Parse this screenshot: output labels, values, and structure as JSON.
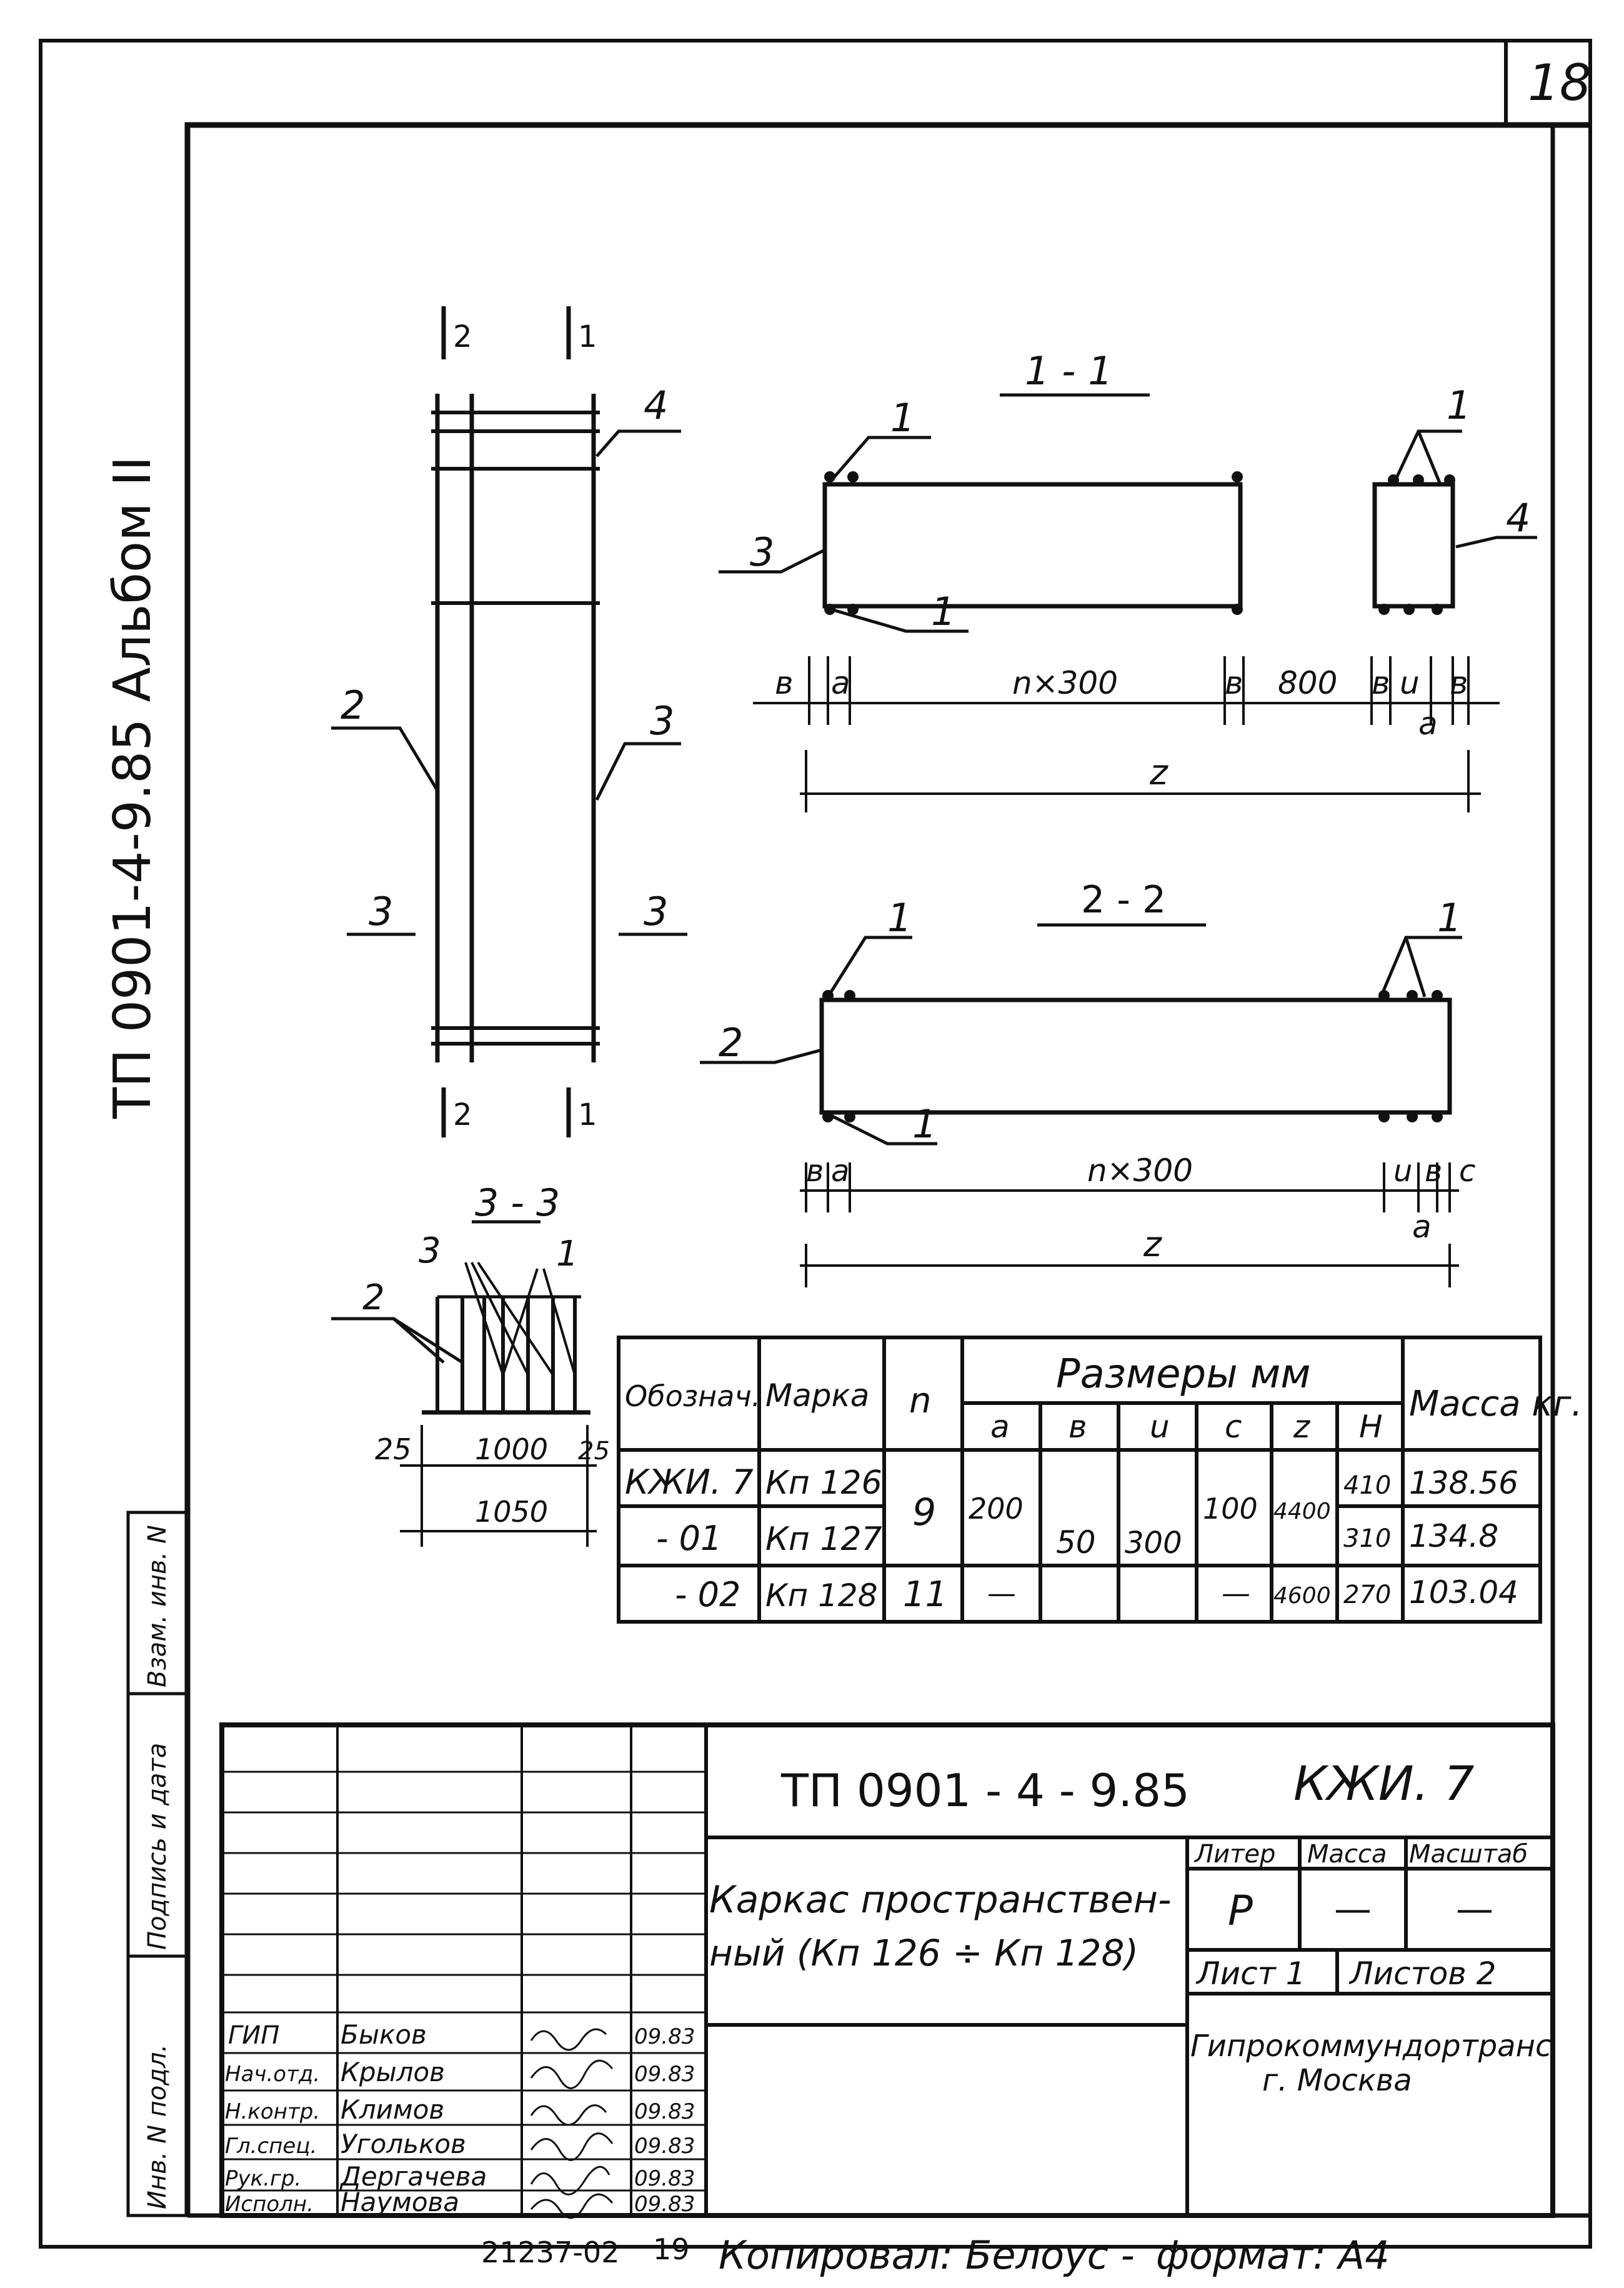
{
  "sheet_number": "18",
  "side_title": "ТП 0901-4-9.85 Альбом II",
  "plan": {
    "sec_2_top": "2",
    "sec_1_top": "1",
    "sec_2_bot": "2",
    "sec_1_bot": "1",
    "mark_4": "4",
    "mark_2": "2",
    "mark_3_r": "3",
    "mark_3_left": "3",
    "mark_3_right": "3"
  },
  "section_1_1": {
    "title": "1 - 1",
    "m1a": "1",
    "m1b": "1",
    "m1c": "1",
    "m3": "3",
    "m4": "4",
    "dims": {
      "b1": "в",
      "a1": "а",
      "n300": "n×300",
      "b2": "в",
      "d800": "800",
      "b3": "в",
      "u": "u",
      "b4": "в",
      "a2": "а",
      "z": "z"
    }
  },
  "section_2_2": {
    "title": "2 - 2",
    "m1a": "1",
    "m1b": "1",
    "m1c": "1",
    "m2": "2",
    "dims": {
      "b1": "в",
      "a1": "а",
      "n300": "n×300",
      "u": "u",
      "b2": "в",
      "c": "с",
      "a2": "а",
      "z": "z"
    }
  },
  "section_3_3": {
    "title": "3 - 3",
    "m3": "3",
    "m1": "1",
    "m2": "2",
    "d25a": "25",
    "d1000": "1000",
    "d25b": "25",
    "d1050": "1050"
  },
  "table": {
    "h_oboz": "Обознач.",
    "h_marka": "Марка",
    "h_n": "n",
    "h_razm": "Размеры мм",
    "h_massa": "Масса кг.",
    "sub": {
      "a": "а",
      "b": "в",
      "u": "u",
      "c": "с",
      "z": "z",
      "h": "H"
    },
    "rows": [
      {
        "oboz": "КЖИ. 7",
        "marka": "Кп 126",
        "h": "410",
        "mass": "138.56"
      },
      {
        "oboz": "- 01",
        "marka": "Кп 127",
        "h": "310",
        "mass": "134.8"
      },
      {
        "oboz": "- 02",
        "marka": "Кп 128",
        "h": "270",
        "mass": "103.04"
      }
    ],
    "n_9": "9",
    "n_11": "11",
    "a_200": "200",
    "a_dash": "—",
    "b_50": "50",
    "u_300": "300",
    "c_100": "100",
    "c_dash": "—",
    "z_4400": "4400",
    "z_4600": "4600"
  },
  "left_strip": {
    "inv": "Инв. N подл.",
    "sign": "Подпись и дата",
    "vzam": "Взам. инв. N"
  },
  "title_block": {
    "code": "ТП 0901 - 4 - 9.85",
    "mark": "КЖИ. 7",
    "name_line1": "Каркас пространствен-",
    "name_line2": "ный (Кп 126 ÷ Кп 128)",
    "liter_h": "Литер",
    "massa_h": "Масса",
    "masshtab_h": "Масштаб",
    "liter": "Р",
    "massa": "—",
    "masshtab": "—",
    "list": "Лист 1",
    "listov": "Листов 2",
    "org1": "Гипрокоммундортранс",
    "org2": "г. Москва",
    "staff": [
      {
        "role": "ГИП",
        "name": "Быков",
        "date": "09.83"
      },
      {
        "role": "Нач.отд.",
        "name": "Крылов",
        "date": "09.83"
      },
      {
        "role": "Н.контр.",
        "name": "Климов",
        "date": "09.83"
      },
      {
        "role": "Гл.спец.",
        "name": "Угольков",
        "date": "09.83"
      },
      {
        "role": "Рук.гр.",
        "name": "Дергачева",
        "date": "09.83"
      },
      {
        "role": "Исполн.",
        "name": "Наумова",
        "date": "09.83"
      }
    ]
  },
  "footer": {
    "num1": "21237-02",
    "num2": "19",
    "copied": "Копировал: Белоус -",
    "format": "формат: А4"
  }
}
